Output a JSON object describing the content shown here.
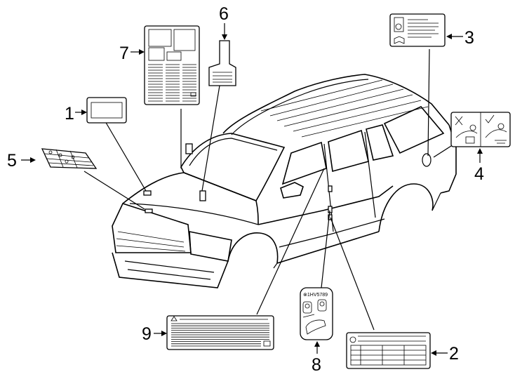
{
  "callouts": [
    {
      "id": "1",
      "text": "1"
    },
    {
      "id": "2",
      "text": "2"
    },
    {
      "id": "3",
      "text": "3"
    },
    {
      "id": "4",
      "text": "4"
    },
    {
      "id": "5",
      "text": "5"
    },
    {
      "id": "6",
      "text": "6"
    },
    {
      "id": "7",
      "text": "7"
    },
    {
      "id": "8",
      "text": "8"
    },
    {
      "id": "9",
      "text": "9"
    }
  ],
  "label8_code": "⊗1HV5789"
}
